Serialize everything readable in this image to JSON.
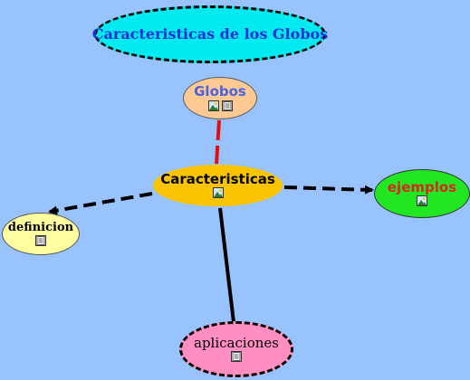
{
  "map": {
    "background": "#99c3ff",
    "nodes": {
      "title": {
        "label": "Caracteristicas de los Globos",
        "color": "#00eaf2",
        "icons": []
      },
      "globos": {
        "label": "Globos",
        "color": "#ffc994",
        "icons": [
          "image-icon",
          "document-icon"
        ]
      },
      "caracteristicas": {
        "label": "Caracteristicas",
        "color": "#fbc400",
        "icons": [
          "image-icon"
        ]
      },
      "ejemplos": {
        "label": "ejemplos",
        "color": "#22e622",
        "icons": [
          "image-icon"
        ]
      },
      "definicion": {
        "label": "definicion",
        "color": "#ffffa0",
        "icons": [
          "document-icon"
        ]
      },
      "aplicaciones": {
        "label": "aplicaciones",
        "color": "#fe8fc0",
        "icons": [
          "document-icon"
        ]
      }
    },
    "links": [
      {
        "from": "globos",
        "to": "caracteristicas",
        "style": "dashed",
        "color": "#e01010",
        "arrow": false
      },
      {
        "from": "caracteristicas",
        "to": "ejemplos",
        "style": "dashed",
        "color": "#000000",
        "arrow": true
      },
      {
        "from": "caracteristicas",
        "to": "definicion",
        "style": "dashed",
        "color": "#000000",
        "arrow": true
      },
      {
        "from": "caracteristicas",
        "to": "aplicaciones",
        "style": "solid",
        "color": "#000000",
        "arrow": false
      }
    ]
  }
}
